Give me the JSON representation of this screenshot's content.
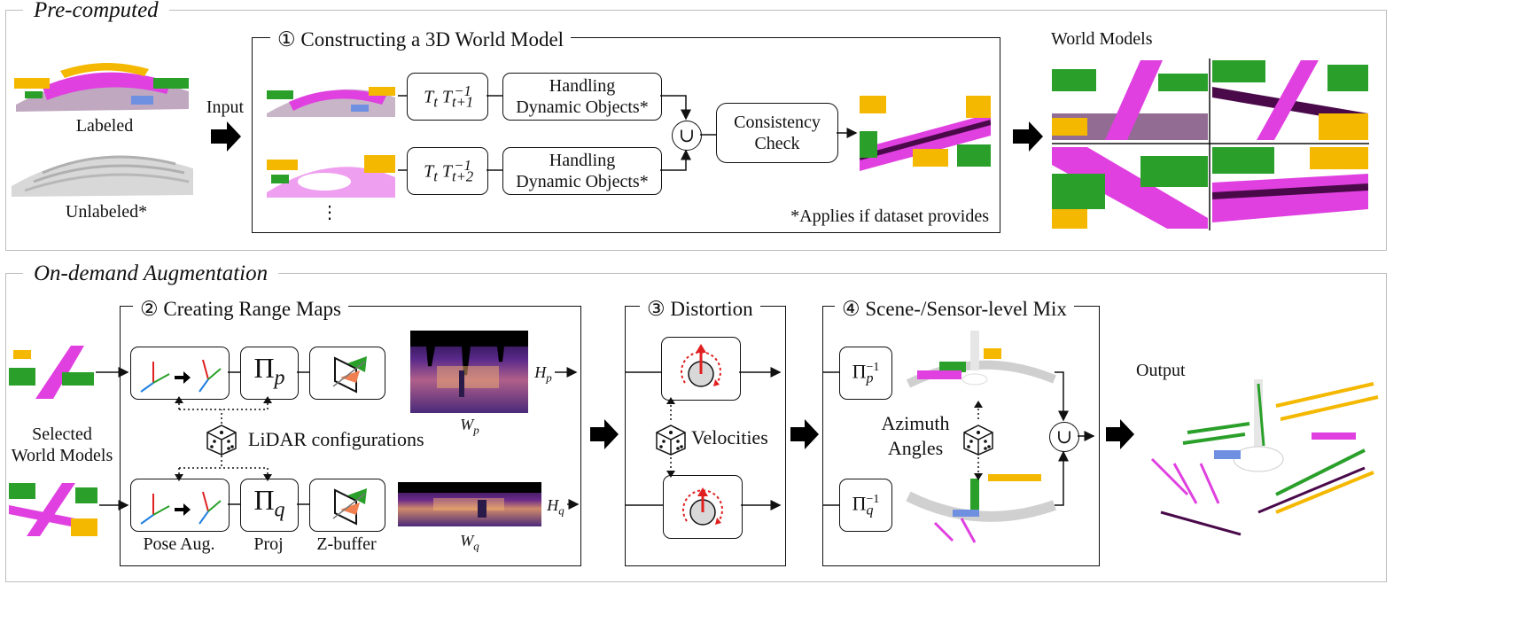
{
  "sections": {
    "precomputed": "Pre-computed",
    "ondemand": "On-demand Augmentation"
  },
  "input": {
    "labeled": "Labeled",
    "unlabeled": "Unlabeled*",
    "arrow_label": "Input"
  },
  "world_model_panel": {
    "title": "① Constructing a 3D World Model",
    "transform1": "T_t T_{t+1}^{-1}",
    "transform2": "T_t T_{t+2}^{-1}",
    "dynamic_line1": "Handling",
    "dynamic_line2": "Dynamic Objects*",
    "union": "∪",
    "consistency_line1": "Consistency",
    "consistency_line2": "Check",
    "ellipsis": "⋮",
    "footnote": "*Applies if dataset provides"
  },
  "world_models_label": "World Models",
  "selected_world_models": [
    "Selected",
    "World Models"
  ],
  "range_panel": {
    "title": "② Creating Range Maps",
    "proj_p": "Π",
    "proj_p_sub": "p",
    "proj_q": "Π",
    "proj_q_sub": "q",
    "lidar_config": "LiDAR configurations",
    "hp": "H",
    "hp_sub": "p",
    "hq": "H",
    "hq_sub": "q",
    "wp": "W",
    "wp_sub": "p",
    "wq": "W",
    "wq_sub": "q",
    "pose_aug": "Pose Aug.",
    "proj": "Proj",
    "zbuffer": "Z-buffer"
  },
  "distortion_panel": {
    "title": "③ Distortion",
    "velocities": "Velocities"
  },
  "mix_panel": {
    "title": "④ Scene-/Sensor-level Mix",
    "inv_p": "Π",
    "inv_p_sub": "p",
    "inv_q": "Π",
    "inv_q_sub": "q",
    "inv_sup": "−1",
    "azimuth1": "Azimuth",
    "azimuth2": "Angles",
    "union": "∪"
  },
  "output_label": "Output",
  "colors": {
    "magenta": "#e040e0",
    "yellow": "#f5b800",
    "green": "#2aa02a",
    "blue": "#6f8fe0",
    "purple": "#4a0a4a",
    "gray": "#c8c8c8",
    "red": "#e02020"
  }
}
